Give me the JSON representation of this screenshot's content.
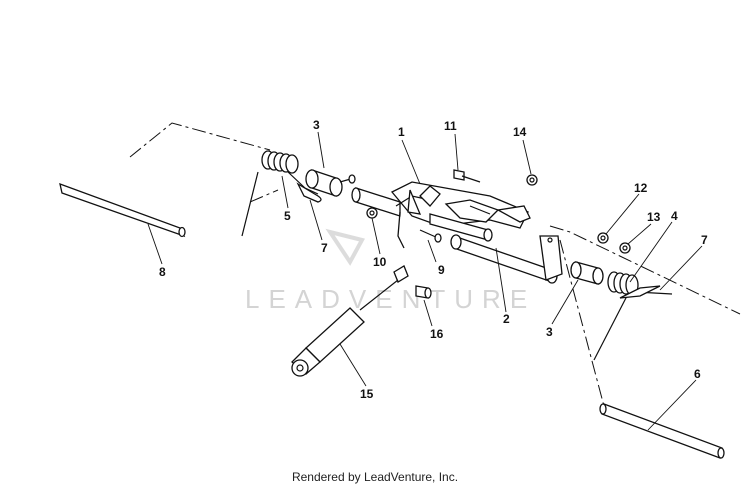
{
  "watermark": "LEADVENTURE",
  "footer": "Rendered by LeadVenture, Inc.",
  "callouts": {
    "c1": "1",
    "c2": "2",
    "c3a": "3",
    "c3b": "3",
    "c4": "4",
    "c5": "5",
    "c6": "6",
    "c7a": "7",
    "c7b": "7",
    "c8": "8",
    "c9": "9",
    "c10": "10",
    "c11": "11",
    "c12": "12",
    "c13": "13",
    "c14": "14",
    "c15": "15",
    "c16": "16"
  }
}
